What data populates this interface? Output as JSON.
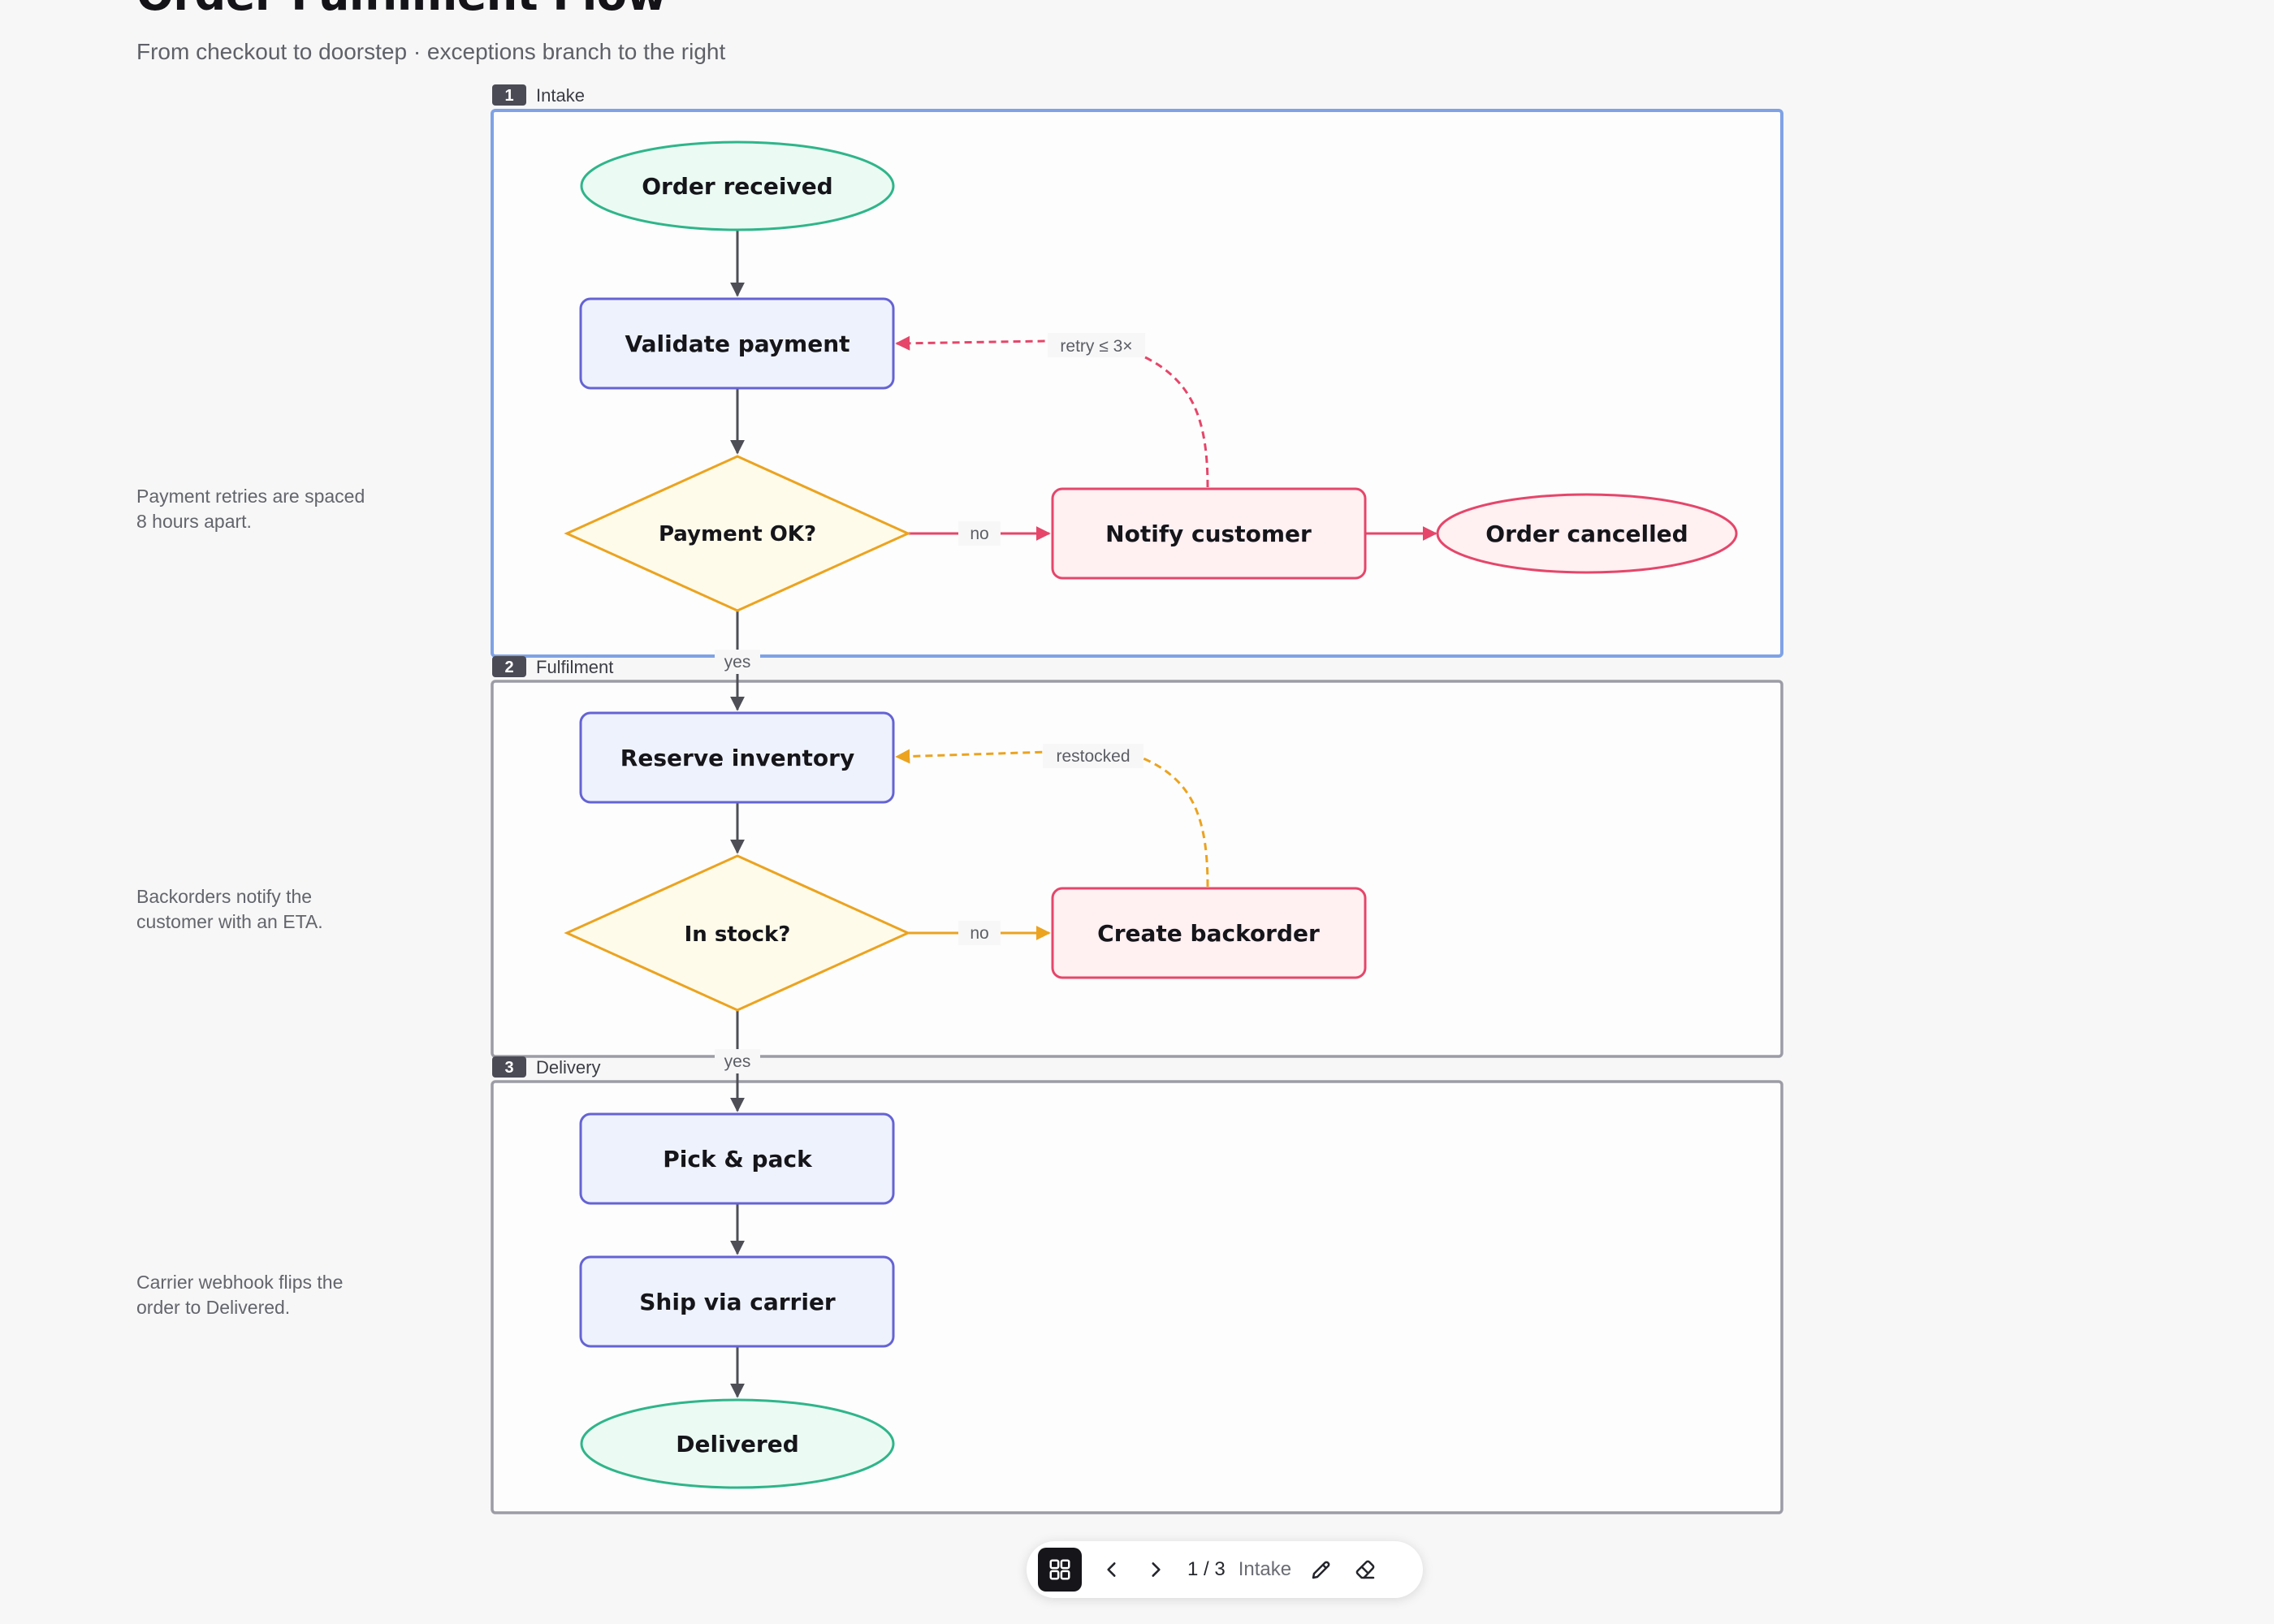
{
  "header": {
    "title": "Order Fulfilment Flow",
    "subtitle": "From checkout to doorstep · exceptions branch to the right"
  },
  "notes": [
    "Payment retries are spaced 8 hours apart.",
    "Backorders notify the customer with an ETA.",
    "Carrier webhook flips the order to Delivered."
  ],
  "sections": [
    {
      "number": "1",
      "label": "Intake"
    },
    {
      "number": "2",
      "label": "Fulfilment"
    },
    {
      "number": "3",
      "label": "Delivery"
    }
  ],
  "nodes": {
    "order_received": "Order received",
    "validate_payment": "Validate payment",
    "payment_ok": "Payment OK?",
    "notify_customer": "Notify customer",
    "order_cancelled": "Order cancelled",
    "reserve_inventory": "Reserve inventory",
    "in_stock": "In stock?",
    "create_backorder": "Create backorder",
    "pick_pack": "Pick & pack",
    "ship_carrier": "Ship via carrier",
    "delivered": "Delivered"
  },
  "edge_labels": {
    "payment_no": "no",
    "payment_yes": "yes",
    "retry": "retry ≤ 3×",
    "stock_no": "no",
    "stock_yes": "yes",
    "restocked": "restocked"
  },
  "toolbar": {
    "page": "1 / 3",
    "section": "Intake"
  },
  "colors": {
    "terminal_fill": "#ebfbf3",
    "terminal_stroke": "#2fb58a",
    "process_fill": "#eef2fd",
    "process_stroke": "#6563d4",
    "decision_fill": "#fffbea",
    "decision_stroke": "#eba320",
    "error_fill": "#fff0f2",
    "error_stroke": "#e5466a",
    "active_frame": "#7fa2e6"
  },
  "icons": [
    "grid-icon",
    "chevron-left-icon",
    "chevron-right-icon",
    "pencil-icon",
    "eraser-icon"
  ]
}
